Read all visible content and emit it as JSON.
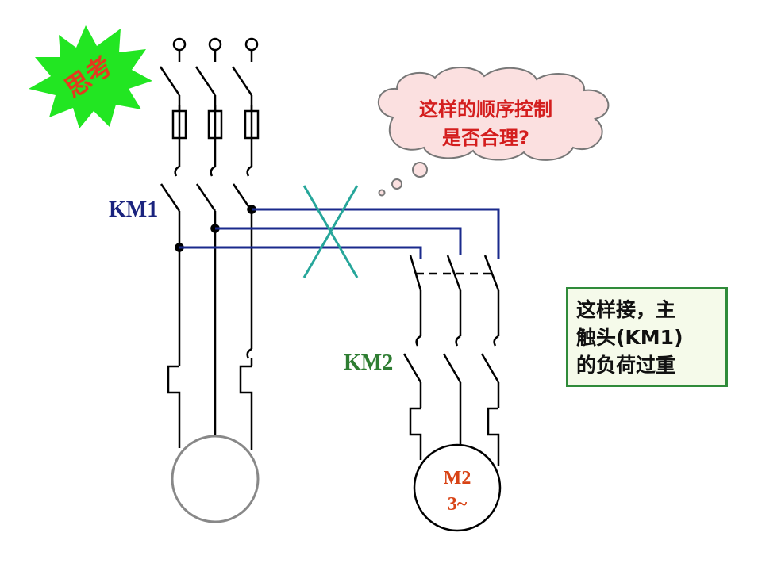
{
  "badge": {
    "text": "思考",
    "fill": "#22e622",
    "text_color": "#e23b1e"
  },
  "thought_bubble": {
    "line1": "这样的顺序控制",
    "line2": "是否合理?",
    "fill": "#fbe0e0",
    "text_color": "#d41e1e"
  },
  "contactor1": {
    "label": "KM1",
    "color": "#1a237e"
  },
  "contactor2": {
    "label": "KM2",
    "color": "#2e7d32"
  },
  "motor2": {
    "line1": "M2",
    "line2": "3~",
    "text_color": "#d84315"
  },
  "note": {
    "line1": "这样接，主",
    "line2": "触头(KM1)",
    "line3": "的负荷过重",
    "border": "#2f8b3a"
  },
  "wire_color": "#1a2a8c",
  "cross_color": "#26a69a"
}
